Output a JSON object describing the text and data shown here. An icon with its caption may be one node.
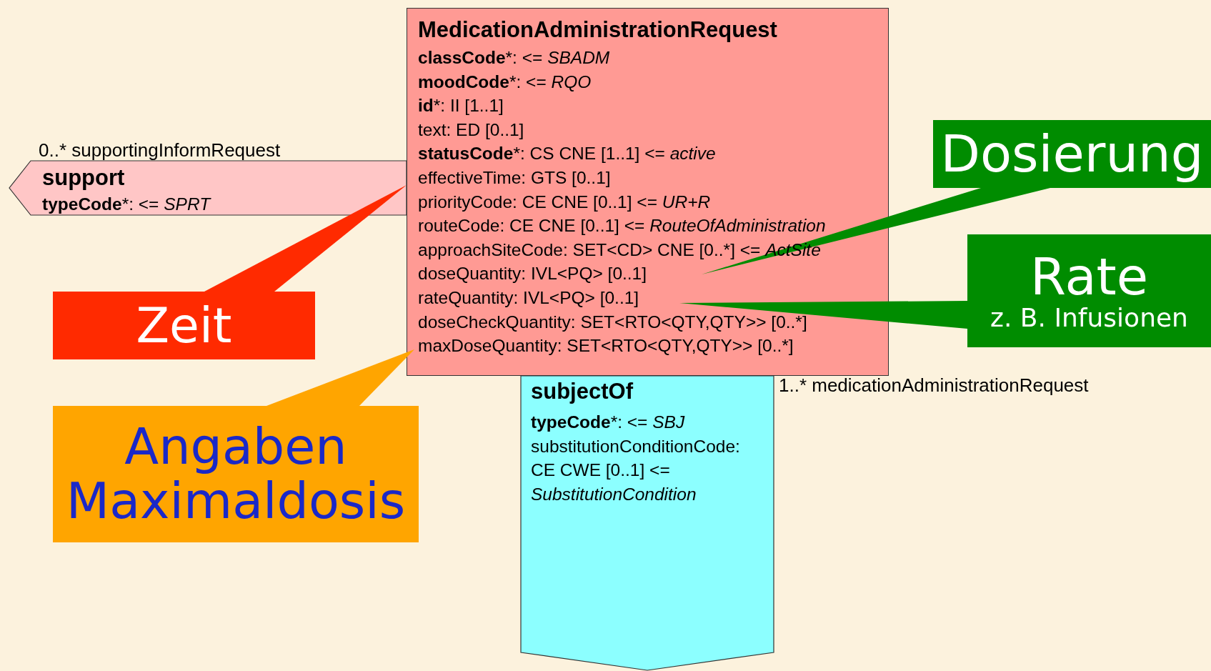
{
  "diagram": {
    "nodes": [
      {
        "text": [
          "MedicationAdministrationRequest",
          "**classCode***: <= *SBADM*",
          "**moodCode***: <= *RQO*",
          "**id***: II [1..1]",
          "text: ED [0..1]",
          "**statusCode***: CS CNE [1..1] <= *active*",
          "effectiveTime: GTS [0..1]",
          "priorityCode: CE CNE [0..1] <= *UR+R*",
          "routeCode: CE CNE [0..1] <= *RouteOfAdministration*",
          "approachSiteCode: SET<CD> CNE [0..*] <= *ActSite*",
          "doseQuantity: IVL<PQ> [0..1]",
          "rateQuantity: IVL<PQ> [0..1]",
          "doseCheckQuantity: SET<RTO<QTY,QTY>> [0..*]",
          "maxDoseQuantity: SET<RTO<QTY,QTY>> [0..*]"
        ]
      },
      {
        "text": [
          "support",
          "**typeCode***: <= *SPRT*"
        ],
        "beside": [
          "0..* supportingInformRequest"
        ]
      },
      {
        "text": [
          "Dosierung"
        ]
      },
      {
        "text": [
          "Rate",
          "z. B. Infusionen"
        ]
      },
      {
        "text": [
          "Zeit"
        ]
      },
      {
        "text": [
          "subjectOf",
          "**typeCode***: <= *SBJ*",
          "substitutionConditionCode: CE CWE [0..1] <= *SubstitutionCondition*"
        ],
        "beside": [
          "1..* medicationAdministrationRequest"
        ]
      },
      {
        "text": [
          "Angaben Maximaldosis"
        ]
      }
    ],
    "edges": [
      {
        "from": 4,
        "to": 0,
        "arrow": "none"
      },
      {
        "from": 6,
        "to": 0,
        "arrow": "none"
      },
      {
        "from": 2,
        "to": 0,
        "arrow": "none"
      },
      {
        "from": 3,
        "to": 0,
        "arrow": "none"
      }
    ]
  }
}
